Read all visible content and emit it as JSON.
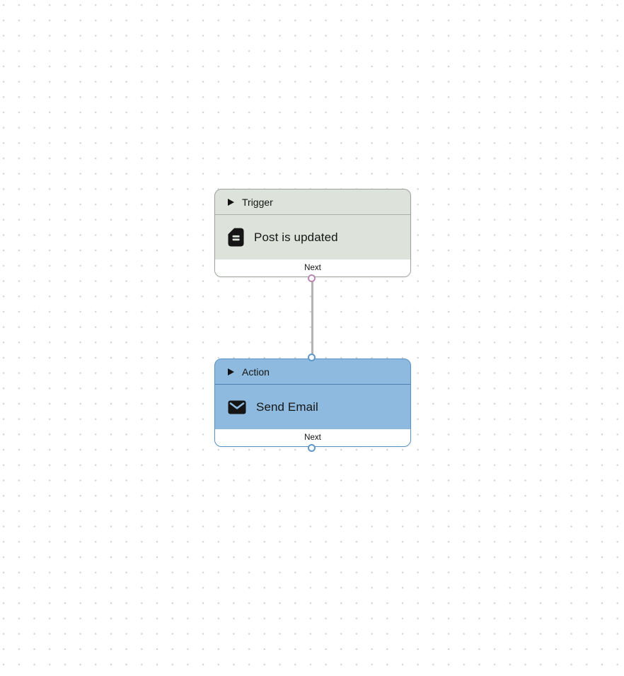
{
  "canvas": {
    "background_color": "#ffffff",
    "grid_dot_color": "#d2d2d2"
  },
  "edge": {
    "color": "#b5b2b5"
  },
  "nodes": [
    {
      "id": "trigger",
      "type_label": "Trigger",
      "title": "Post is updated",
      "icon": "document-icon",
      "port_label": "Next",
      "colors": {
        "background": "#dde2da",
        "border": "#9ca39b",
        "divider": "#aab0a8",
        "port_border": "#b787b5",
        "text": "#141414"
      }
    },
    {
      "id": "action",
      "type_label": "Action",
      "title": "Send Email",
      "icon": "email-icon",
      "port_label": "Next",
      "colors": {
        "background": "#8dbade",
        "border": "#5792c7",
        "divider": "#4f7fae",
        "port_border": "#5f97c9",
        "text": "#141414"
      }
    }
  ]
}
